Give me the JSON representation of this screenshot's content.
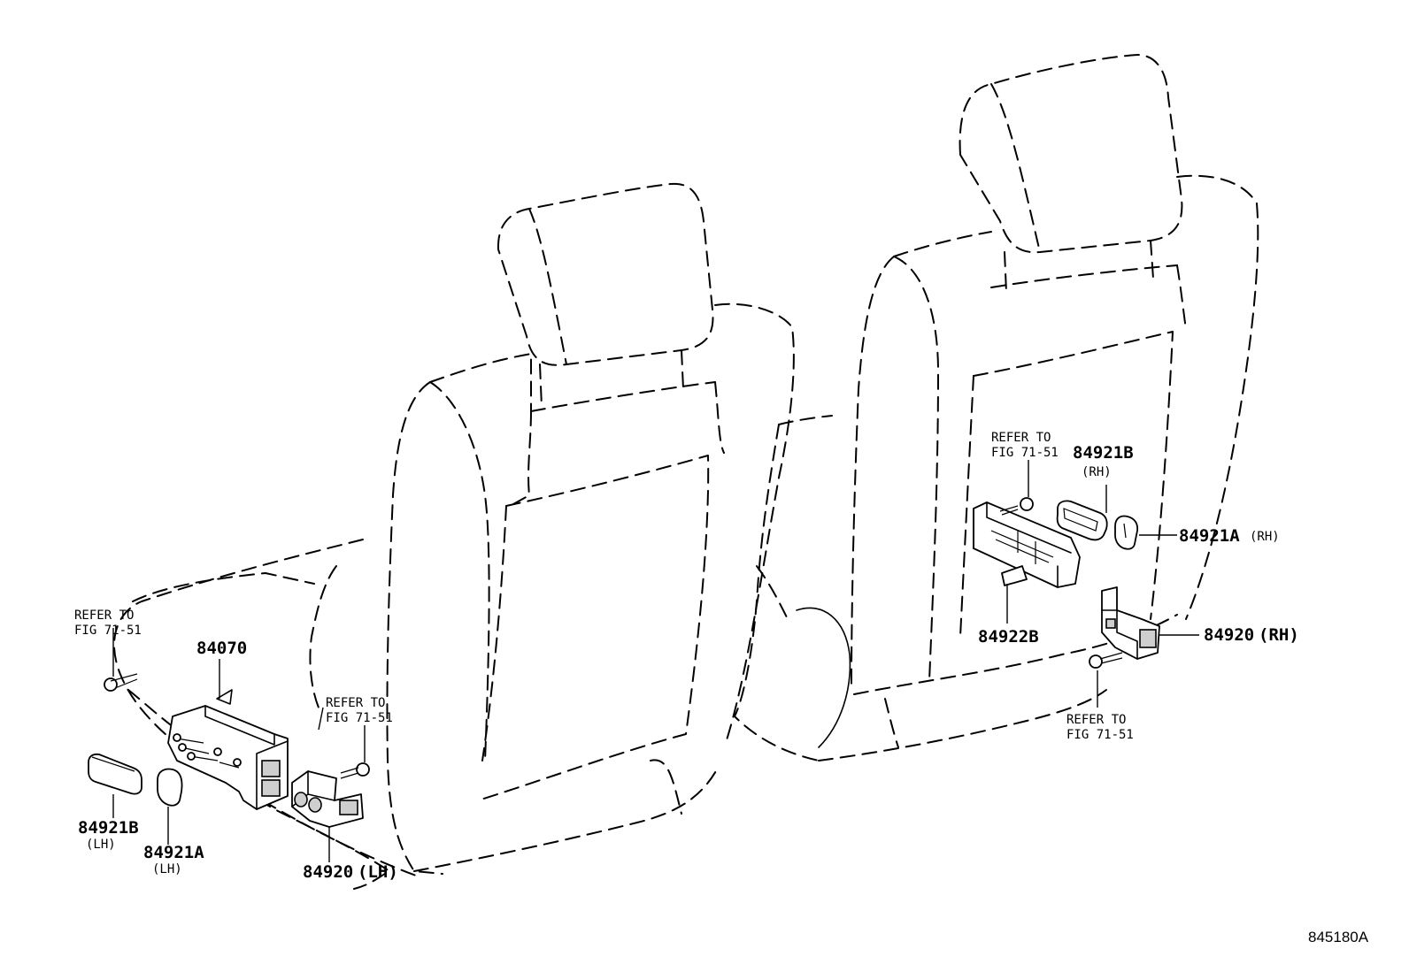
{
  "diagram_id": "845180A",
  "refer_note": {
    "line1": "REFER TO",
    "line2": "FIG 71-51"
  },
  "labels": {
    "p84070": "84070",
    "p84921B_lh": "84921B",
    "lh_b": "(LH)",
    "p84921A_lh": "84921A",
    "lh_a": "(LH)",
    "p84920_lh": "84920",
    "lh_suffix": "(LH)",
    "p84921B_rh": "84921B",
    "rh_b": "(RH)",
    "p84921A_rh": "84921A",
    "rh_a": "(RH)",
    "p84922B": "84922B",
    "p84920_rh": "84920",
    "rh_suffix": "(RH)"
  }
}
